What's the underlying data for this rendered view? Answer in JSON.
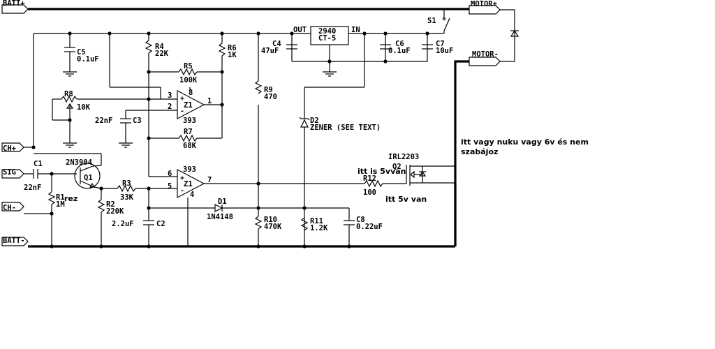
{
  "ports": {
    "batt_plus": "BATT+",
    "batt_minus": "BATT-",
    "motor_plus": "MOTOR+",
    "motor_minus": "MOTOR-",
    "sig": "SIG",
    "ch_plus": "CH+",
    "ch_minus": "CH-"
  },
  "regulator": {
    "part": "2940",
    "package": "CT-5",
    "out": "OUT",
    "in": "IN"
  },
  "components": {
    "s1": "S1",
    "c4_name": "C4",
    "c4_value": "47uF",
    "c5_name": "C5",
    "c5_value": "0.1uF",
    "c6_name": "C6",
    "c6_value": "0.1uF",
    "c7_name": "C7",
    "c7_value": "10uF",
    "c1_name": "C1",
    "c1_value": "22nF",
    "c2_name": "C2",
    "c2_value": "2.2uF",
    "c3_name": "C3",
    "c3_value": "22nF",
    "c8_name": "C8",
    "c8_value": "0.22uF",
    "r1_name": "R1",
    "r1_value": "1M",
    "r2_name": "R2",
    "r2_value": "220K",
    "r3_name": "R3",
    "r3_value": "33K",
    "r4_name": "R4",
    "r4_value": "22K",
    "r5_name": "R5",
    "r5_value": "100K",
    "r6_name": "R6",
    "r6_value": "1K",
    "r7_name": "R7",
    "r7_value": "68K",
    "r8_name": "R8",
    "r8_value": "10K",
    "r9_name": "R9",
    "r9_value": "470",
    "r10_name": "R10",
    "r10_value": "470K",
    "r11_name": "R11",
    "r11_value": "1.2K",
    "r12_name": "R12",
    "r12_value": "100",
    "q1_name": "Q1",
    "q1_part": "2N3904",
    "q2_name": "Q2",
    "q2_part": "IRL2203",
    "d1_name": "D1",
    "d1_part": "1N4148",
    "d2_name": "D2",
    "d2_part": "ZENER (SEE TEXT)",
    "z1_part": "393",
    "z1_name": "Z1",
    "z1a_pin_plus": "3",
    "z1a_pin_minus": "2",
    "z1a_pin_out": "1",
    "z1a_pin_supply": "8",
    "z1b_pin_plus": "6",
    "z1b_pin_minus": "5",
    "z1b_pin_out": "7",
    "z1b_pin_gnd": "4"
  },
  "notes": {
    "rez": "rez",
    "itt_is": "itt is 5vvan",
    "itt_5v": "itt 5v van",
    "itt_vagy_line1": "itt vagy nuku vagy 6v és nem",
    "itt_vagy_line2": "szabájoz"
  }
}
